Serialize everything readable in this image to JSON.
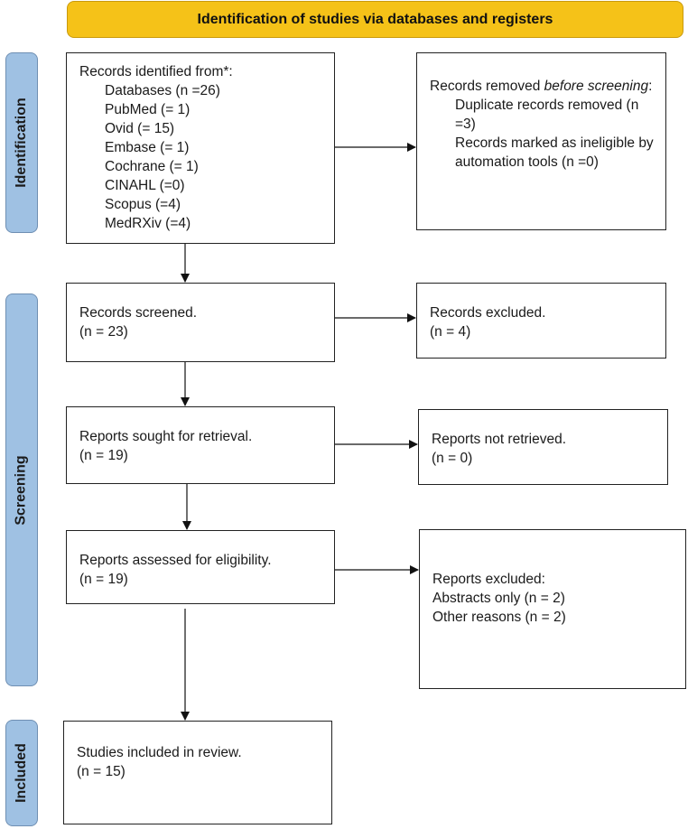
{
  "header": {
    "title": "Identification of studies via databases and registers"
  },
  "sides": {
    "identification": "Identification",
    "screening": "Screening",
    "included": "Included"
  },
  "identified": {
    "title": "Records identified from*:",
    "items": [
      "Databases (n =26)",
      "PubMed (= 1)",
      "Ovid (= 15)",
      "Embase (= 1)",
      "Cochrane (= 1)",
      "CINAHL (=0)",
      "Scopus (=4)",
      "MedRXiv (=4)"
    ]
  },
  "removed": {
    "title_prefix": "Records removed ",
    "title_emphasis": "before screening",
    "title_suffix": ":",
    "items": [
      "Duplicate records removed (n =3)",
      "Records marked as ineligible by automation tools (n =0)"
    ]
  },
  "screened": {
    "title": "Records screened.",
    "count": "(n = 23)"
  },
  "excluded": {
    "title": "Records excluded.",
    "count": "(n = 4)"
  },
  "sought": {
    "title": "Reports sought for retrieval.",
    "count": "(n = 19)"
  },
  "not_retrieved": {
    "title": "Reports not retrieved.",
    "count": "(n = 0)"
  },
  "assessed": {
    "title": "Reports assessed for eligibility.",
    "count": "(n = 19)"
  },
  "reports_excluded": {
    "title": "Reports excluded:",
    "items": [
      "Abstracts only (n = 2)",
      "Other reasons (n = 2)"
    ]
  },
  "included": {
    "title": "Studies included in review.",
    "count": "(n = 15)"
  },
  "colors": {
    "header": "#f5c218",
    "side": "#9fc1e3"
  }
}
